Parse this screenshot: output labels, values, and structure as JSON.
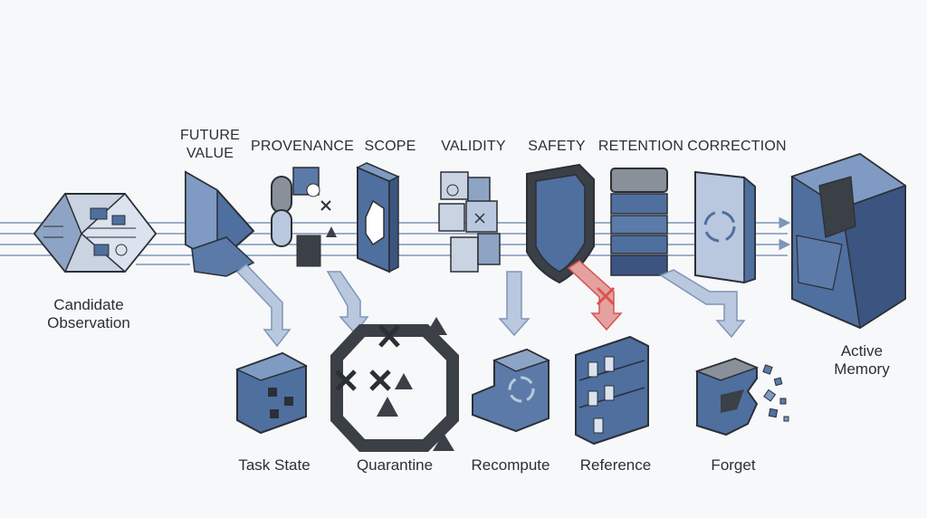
{
  "input": {
    "label": "Candidate Observation"
  },
  "gates": [
    {
      "id": "future-value",
      "label": "FUTURE VALUE"
    },
    {
      "id": "provenance",
      "label": "PROVENANCE"
    },
    {
      "id": "scope",
      "label": "SCOPE"
    },
    {
      "id": "validity",
      "label": "VALIDITY"
    },
    {
      "id": "safety",
      "label": "SAFETY"
    },
    {
      "id": "retention",
      "label": "RETENTION"
    },
    {
      "id": "correction",
      "label": "CORRECTION"
    }
  ],
  "output": {
    "label": "Active Memory"
  },
  "branches": [
    {
      "id": "task-state",
      "label": "Task State"
    },
    {
      "id": "quarantine",
      "label": "Quarantine"
    },
    {
      "id": "recompute",
      "label": "Recompute"
    },
    {
      "id": "reference",
      "label": "Reference"
    },
    {
      "id": "forget",
      "label": "Forget"
    }
  ],
  "colors": {
    "blue": "#4f6f9f",
    "blue_light": "#7f9bc3",
    "blue_pale": "#b9c8de",
    "dark": "#3b3f46",
    "gray": "#8a9099",
    "red": "#d9534f",
    "flow": "#7e95b8"
  }
}
